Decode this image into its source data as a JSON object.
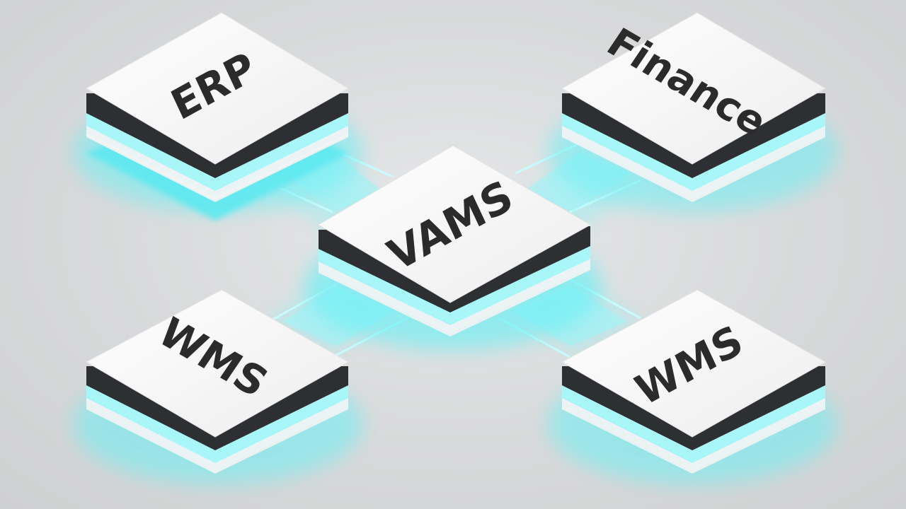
{
  "diagram": {
    "hub": {
      "label": "VAMS"
    },
    "nodes": [
      {
        "id": "top-left",
        "label": "ERP"
      },
      {
        "id": "top-right",
        "label": "Finance"
      },
      {
        "id": "bottom-left",
        "label": "WMS"
      },
      {
        "id": "bottom-right",
        "label": "WMS"
      }
    ]
  },
  "colors": {
    "background": "#dcdddd",
    "tile_top": "#f7f7f7",
    "tile_base": "#2e2f33",
    "glow": "#5ee9f0",
    "connector": "#7ff0f4",
    "label": "#2b2b2b"
  }
}
